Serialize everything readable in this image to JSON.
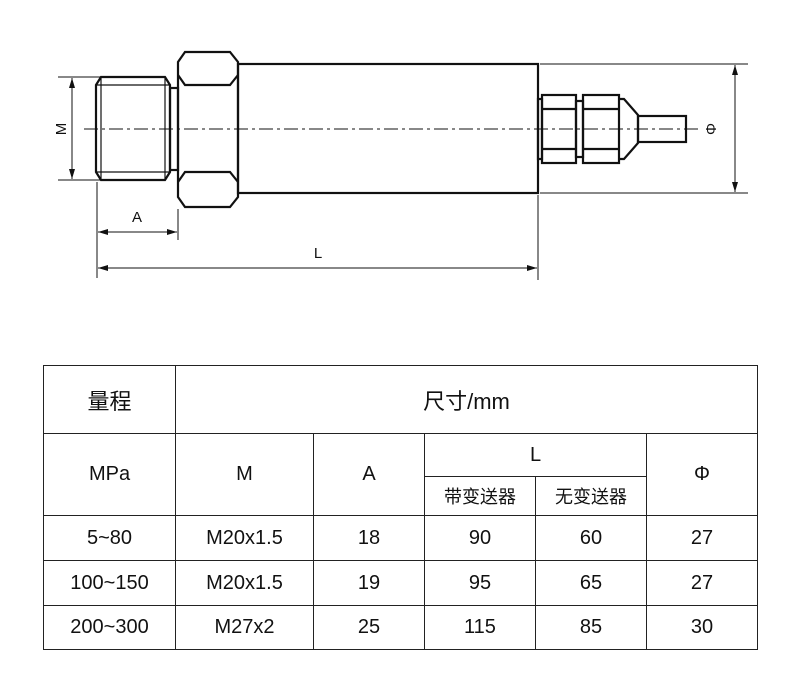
{
  "drawing": {
    "labels": {
      "M": "M",
      "A": "A",
      "L": "L",
      "phi": "Φ"
    }
  },
  "table": {
    "range_header": "量程",
    "size_header": "尺寸/mm",
    "unit": "MPa",
    "col_M": "M",
    "col_A": "A",
    "col_L": "L",
    "col_L_with": "带变送器",
    "col_L_without": "无变送器",
    "col_phi": "Φ",
    "rows": [
      {
        "range": "5~80",
        "M": "M20x1.5",
        "A": "18",
        "L_with": "90",
        "L_without": "60",
        "phi": "27"
      },
      {
        "range": "100~150",
        "M": "M20x1.5",
        "A": "19",
        "L_with": "95",
        "L_without": "65",
        "phi": "27"
      },
      {
        "range": "200~300",
        "M": "M27x2",
        "A": "25",
        "L_with": "115",
        "L_without": "85",
        "phi": "30"
      }
    ]
  }
}
